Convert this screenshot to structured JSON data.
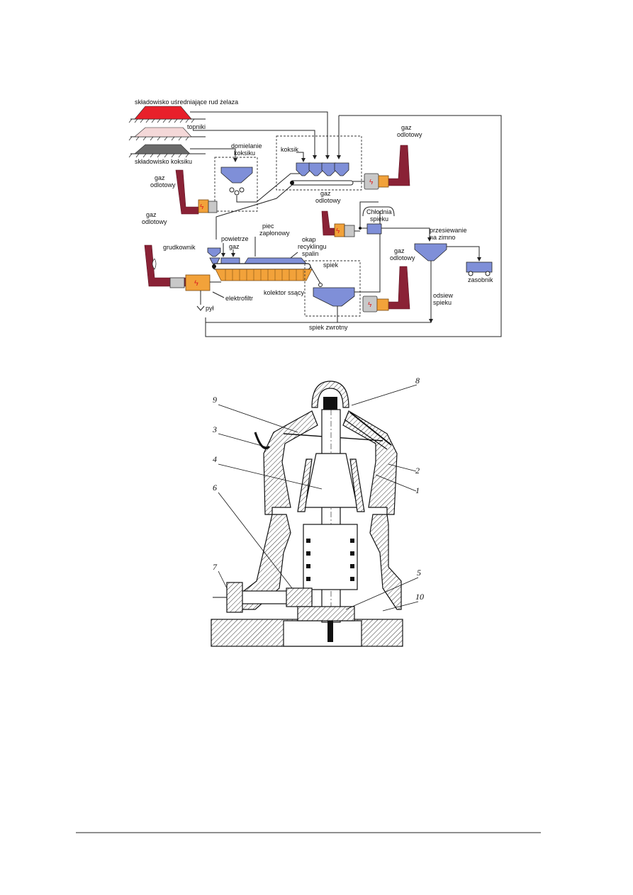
{
  "flow_diagram": {
    "labels": {
      "skladowisko_rud": "składowisko uśredniające rud żelaza",
      "topniki": "topniki",
      "skladowisko_koksiku": "składowisko koksiku",
      "domielanie_1": "domielanie",
      "domielanie_2": "koksiku",
      "koksik": "koksik",
      "gaz_odlotowy_1a": "gaz",
      "gaz_odlotowy_1b": "odlotowy",
      "gaz_odlotowy_2a": "gaz",
      "gaz_odlotowy_2b": "odlotowy",
      "gaz_odlotowy_3a": "gaz",
      "gaz_odlotowy_3b": "odlotowy",
      "gaz_odlotowy_4a": "gaz",
      "gaz_odlotowy_4b": "odlotowy",
      "gaz_odlotowy_5a": "gaz",
      "gaz_odlotowy_5b": "odlotowy",
      "chlodnia_1": "Chłodnia",
      "chlodnia_2": "spieku",
      "piec_1": "piec",
      "piec_2": "zapłonowy",
      "powietrze": "powietrze",
      "gaz": "gaz",
      "grudkownik": "grudkownik",
      "okap_1": "okap",
      "okap_2": "recyklingu",
      "okap_3": "spalin",
      "spiek": "spiek",
      "przesiewanie_1": "przesiewanie",
      "przesiewanie_2": "na zimno",
      "zasobnik": "zasobnik",
      "odsiew_1": "odsiew",
      "odsiew_2": "spieku",
      "kolektor": "kolektor ssący",
      "elektrofiltr": "elektrofiltr",
      "pyl": "pył",
      "spiek_zwrotny": "spiek zwrotny"
    },
    "colors": {
      "ore_pile": "#e8202a",
      "flux_pile": "#f4d8d8",
      "coke_pile": "#6a6a6a",
      "hopper": "#7f8fd8",
      "chimney": "#8a2236",
      "electrofilter": "#f2a23a",
      "sinter_bed": "#f2a23a"
    }
  },
  "crusher_drawing": {
    "part_numbers": [
      "8",
      "9",
      "3",
      "4",
      "2",
      "1",
      "6",
      "5",
      "7",
      "10"
    ]
  }
}
